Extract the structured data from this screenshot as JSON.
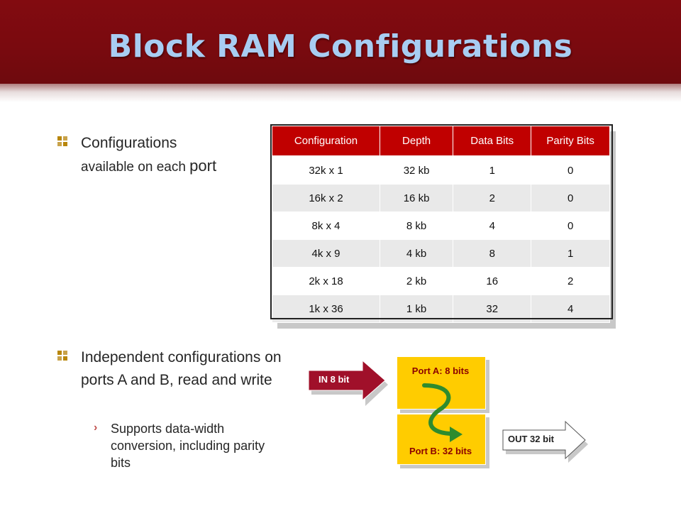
{
  "slide": {
    "title": "Block RAM Configurations"
  },
  "bullets": [
    {
      "line1": "Configurations",
      "line2_a": "available on each ",
      "line2_b": "port"
    },
    {
      "text": "Independent configurations on ports A and B, read and write",
      "sub": "Supports data-width conversion, including parity bits"
    }
  ],
  "table": {
    "headers": [
      "Configuration",
      "Depth",
      "Data Bits",
      "Parity Bits"
    ],
    "rows": [
      [
        "32k x 1",
        "32 kb",
        "1",
        "0"
      ],
      [
        "16k x 2",
        "16 kb",
        "2",
        "0"
      ],
      [
        "8k x 4",
        "8 kb",
        "4",
        "0"
      ],
      [
        "4k x 9",
        "4 kb",
        "8",
        "1"
      ],
      [
        "2k x 18",
        "2 kb",
        "16",
        "2"
      ],
      [
        "1k x 36",
        "1 kb",
        "32",
        "4"
      ]
    ]
  },
  "diagram": {
    "in_label": "IN 8 bit",
    "port_a": "Port A: 8 bits",
    "port_b": "Port B: 32 bits",
    "out_label": "OUT 32 bit"
  },
  "colors": {
    "title_bar": "#7a0a0f",
    "title_text": "#a8cdf2",
    "table_header": "#c00000",
    "port_fill": "#ffcc00",
    "flow_arrow": "#2e8b2e",
    "in_arrow": "#a0102a"
  }
}
